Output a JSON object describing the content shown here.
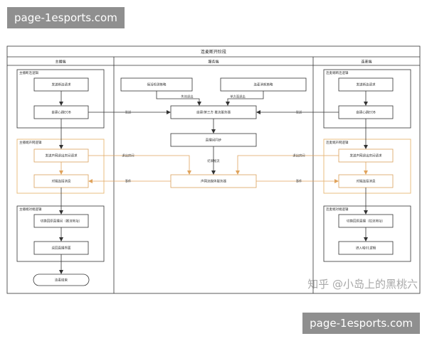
{
  "watermark_top": "page-1esports.com",
  "watermark_bottom": "page-1esports.com",
  "zhihu_watermark": "知乎 @小岛上的黑桃六",
  "diagram": {
    "title": "连麦断开阶段",
    "columns": [
      "主播端",
      "服务端",
      "连麦端"
    ],
    "left": {
      "group1_title": "主播断连逻辑",
      "group2_title": "主播端声网逻辑",
      "group3_title": "主播端对端逻辑",
      "box_send_disconnect": "发送断连请求",
      "box_self_hb_eob": "自建心跳EOB",
      "box_send_leave": "发送声网退出房间请求",
      "box_peer_msg": "对端连接消息",
      "box_switch_stream": "切换回原直播间（推流地址）",
      "box_return_live": "返回直播界面",
      "end_oval": "连麦结束"
    },
    "middle": {
      "box_keepalive": "保活检测策略",
      "box_disconnect_cost": "连麦消耗策略",
      "box_push_server": "自建/第三方 推流服务器",
      "box_live_sync": "直播间同步",
      "box_agora_server": "声网流媒体服务器",
      "lbl_timeout": "失效退出",
      "lbl_unilateral": "单方面退出",
      "lbl_result": "结果推流"
    },
    "right": {
      "group1_title": "连麦端断连逻辑",
      "group2_title": "连麦端声网逻辑",
      "group3_title": "连麦端对端逻辑",
      "box_send_disconnect": "发送断连请求",
      "box_self_hb_eob": "自建心跳EOB",
      "box_send_leave": "发送声网退出房间请求",
      "box_peer_msg": "对端连接消息",
      "box_switch_stream": "切换回原直播（拉流地址）",
      "box_enter_logic": "进入哈01逻辑"
    },
    "edge_labels": {
      "left_send": "发送",
      "right_send": "发送",
      "left_leave": "退出房间",
      "right_leave": "退出房间",
      "left_event": "事件",
      "right_event": "事件"
    }
  }
}
